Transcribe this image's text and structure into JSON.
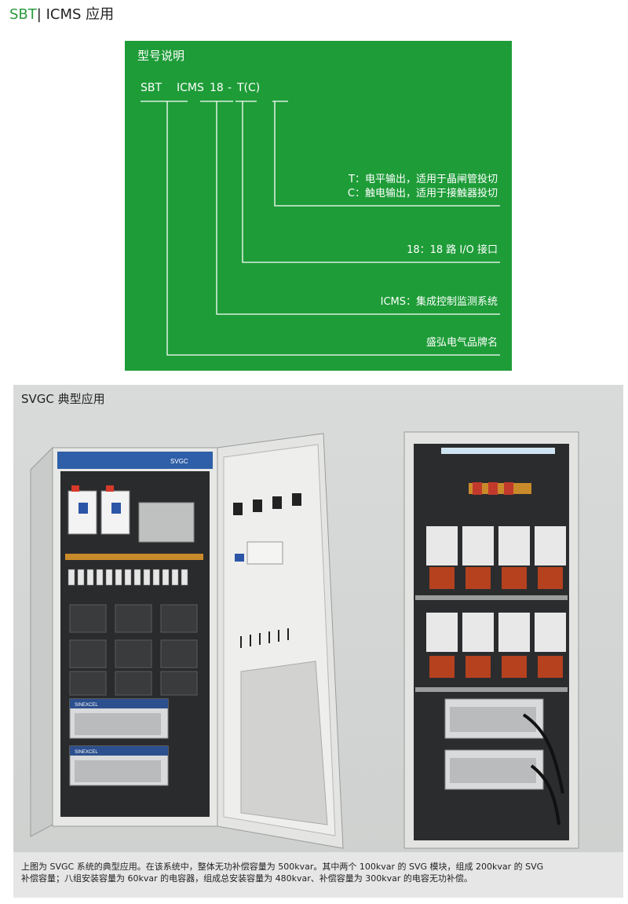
{
  "header": {
    "brand": "SBT",
    "rest": "| ICMS 应用"
  },
  "model_box": {
    "title": "型号说明",
    "code": {
      "brand": "SBT",
      "series": "ICMS",
      "channels": "18",
      "dash": "-",
      "type": "T(C)"
    },
    "descriptions": {
      "type_t": "T：电平输出，适用于晶闸管投切",
      "type_c": "C：触电输出，适用于接触器投切",
      "channels": "18：18 路 I/O 接口",
      "series": "ICMS：集成控制监测系统",
      "brand": "盛弘电气品牌名"
    }
  },
  "photo": {
    "title": "SVGC 典型应用",
    "left_cabinet_label": "SVGC",
    "module_brand": "SINEXCEL"
  },
  "caption": {
    "line1": "上图为 SVGC 系统的典型应用。在该系统中，整体无功补偿容量为 500kvar。其中两个 100kvar 的 SVG 模块，组成 200kvar 的 SVG",
    "line2": "补偿容量；八组安装容量为 60kvar 的电容器，组成总安装容量为 480kvar、补偿容量为 300kvar 的电容无功补偿。"
  },
  "colors": {
    "green_panel": "#1e9c38",
    "brand_green": "#2a9a3c",
    "caption_bg": "#e6e6e6",
    "photo_bg": "#d4d6d5"
  }
}
